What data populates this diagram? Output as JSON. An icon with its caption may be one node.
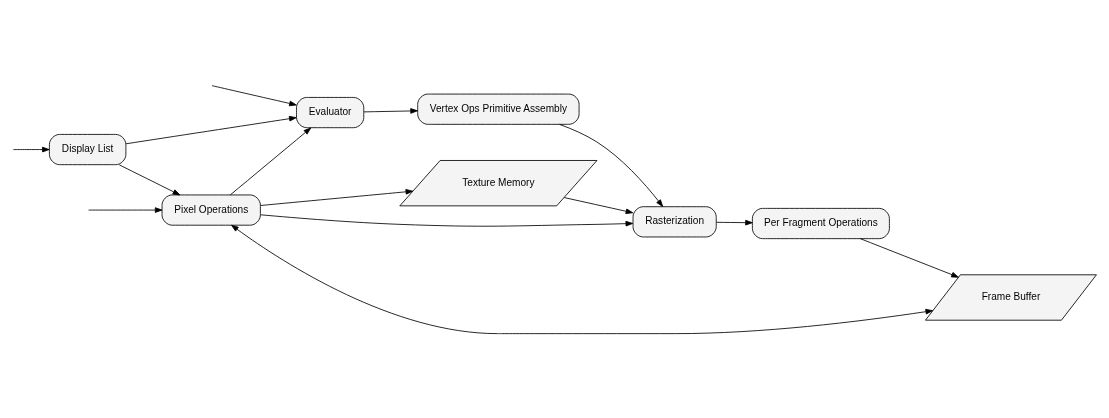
{
  "diagram": {
    "nodes": [
      {
        "text": [
          "Display List"
        ]
      },
      {
        "text": [
          "Evaluator"
        ]
      },
      {
        "text": [
          "Vertex Ops Primitive Assembly"
        ]
      },
      {
        "text": [
          "Rasterization"
        ]
      },
      {
        "text": [
          "Per Fragment Operations"
        ]
      },
      {
        "text": [
          "Frame Buffer"
        ]
      },
      {
        "text": [
          "Texture Memory"
        ]
      },
      {
        "text": [
          "Pixel Operations"
        ]
      }
    ],
    "edges": [
      {
        "from": null,
        "to": 0,
        "arrow": "to"
      },
      {
        "from": 0,
        "to": 1,
        "arrow": "to"
      },
      {
        "from": null,
        "to": 1,
        "arrow": "to"
      },
      {
        "from": 1,
        "to": 2,
        "arrow": "to"
      },
      {
        "from": 2,
        "to": 3,
        "arrow": "to"
      },
      {
        "from": 3,
        "to": 4,
        "arrow": "to"
      },
      {
        "from": 4,
        "to": 5,
        "arrow": "to"
      },
      {
        "from": 6,
        "to": 3,
        "arrow": "to"
      },
      {
        "from": 7,
        "to": 1,
        "arrow": "to"
      },
      {
        "from": 7,
        "to": 3,
        "arrow": "to"
      },
      {
        "from": 7,
        "to": 6,
        "arrow": "to"
      },
      {
        "from": 0,
        "to": 7,
        "arrow": "to"
      },
      {
        "from": null,
        "to": 7,
        "arrow": "to"
      },
      {
        "from": 7,
        "to": 5,
        "arrow": "both"
      }
    ]
  }
}
